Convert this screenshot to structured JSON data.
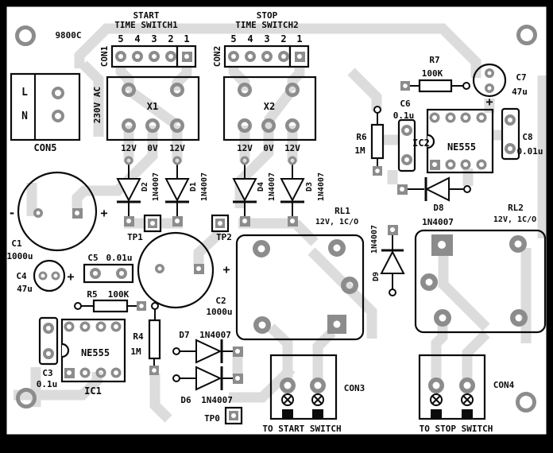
{
  "title_code": "9800C",
  "colors": {
    "board_bg": "#ffffff",
    "frame": "#000000",
    "trace": "#dcdcdc",
    "pad": "#8c8c8c",
    "ink": "#0b0b0b"
  },
  "connectors": {
    "con1": {
      "name": "CON1",
      "heading_line1": "START",
      "heading_line2": "TIME SWITCH1",
      "pins": [
        "5",
        "4",
        "3",
        "2",
        "1"
      ]
    },
    "con2": {
      "name": "CON2",
      "heading_line1": "STOP",
      "heading_line2": "TIME SWITCH2",
      "pins": [
        "5",
        "4",
        "3",
        "2",
        "1"
      ]
    },
    "con3": {
      "name": "CON3",
      "caption": "TO START SWITCH"
    },
    "con4": {
      "name": "CON4",
      "caption": "TO STOP SWITCH"
    },
    "con5": {
      "name": "CON5",
      "terminal_l": "L",
      "terminal_n": "N",
      "supply": "230V AC"
    }
  },
  "transformers": {
    "x1": "X1",
    "x2": "X2",
    "sec_12v": "12V",
    "sec_0v": "0V"
  },
  "ics": {
    "ic1": {
      "ref": "IC1",
      "part": "NE555"
    },
    "ic2": {
      "ref": "IC2",
      "part": "NE555"
    }
  },
  "relays": {
    "rl1": {
      "ref": "RL1",
      "spec": "12V, 1C/O"
    },
    "rl2": {
      "ref": "RL2",
      "spec": "12V, 1C/O"
    }
  },
  "diodes": {
    "d1": {
      "ref": "D1",
      "part": "1N4007"
    },
    "d2": {
      "ref": "D2",
      "part": "1N4007"
    },
    "d3": {
      "ref": "D3",
      "part": "1N4007"
    },
    "d4": {
      "ref": "D4",
      "part": "1N4007"
    },
    "d6": {
      "ref": "D6",
      "part": "1N4007"
    },
    "d7": {
      "ref": "D7",
      "part": "1N4007"
    },
    "d8": {
      "ref": "D8",
      "part": "1N4007"
    },
    "d9": {
      "ref": "D9",
      "part": "1N4007"
    }
  },
  "resistors": {
    "r4": {
      "ref": "R4",
      "value": "1M"
    },
    "r5": {
      "ref": "R5",
      "value": "100K"
    },
    "r6": {
      "ref": "R6",
      "value": "1M"
    },
    "r7": {
      "ref": "R7",
      "value": "100K"
    }
  },
  "capacitors": {
    "c1": {
      "ref": "C1",
      "value": "1000u"
    },
    "c2": {
      "ref": "C2",
      "value": "1000u"
    },
    "c3": {
      "ref": "C3",
      "value": "0.1u"
    },
    "c4": {
      "ref": "C4",
      "value": "47u"
    },
    "c5": {
      "ref": "C5",
      "value": "0.01u"
    },
    "c6": {
      "ref": "C6",
      "value": "0.1u"
    },
    "c7": {
      "ref": "C7",
      "value": "47u"
    },
    "c8": {
      "ref": "C8",
      "value": "0.01u"
    }
  },
  "testpoints": {
    "tp0": "TP0",
    "tp1": "TP1",
    "tp2": "TP2"
  },
  "symbols": {
    "plus": "+",
    "minus": "-"
  }
}
